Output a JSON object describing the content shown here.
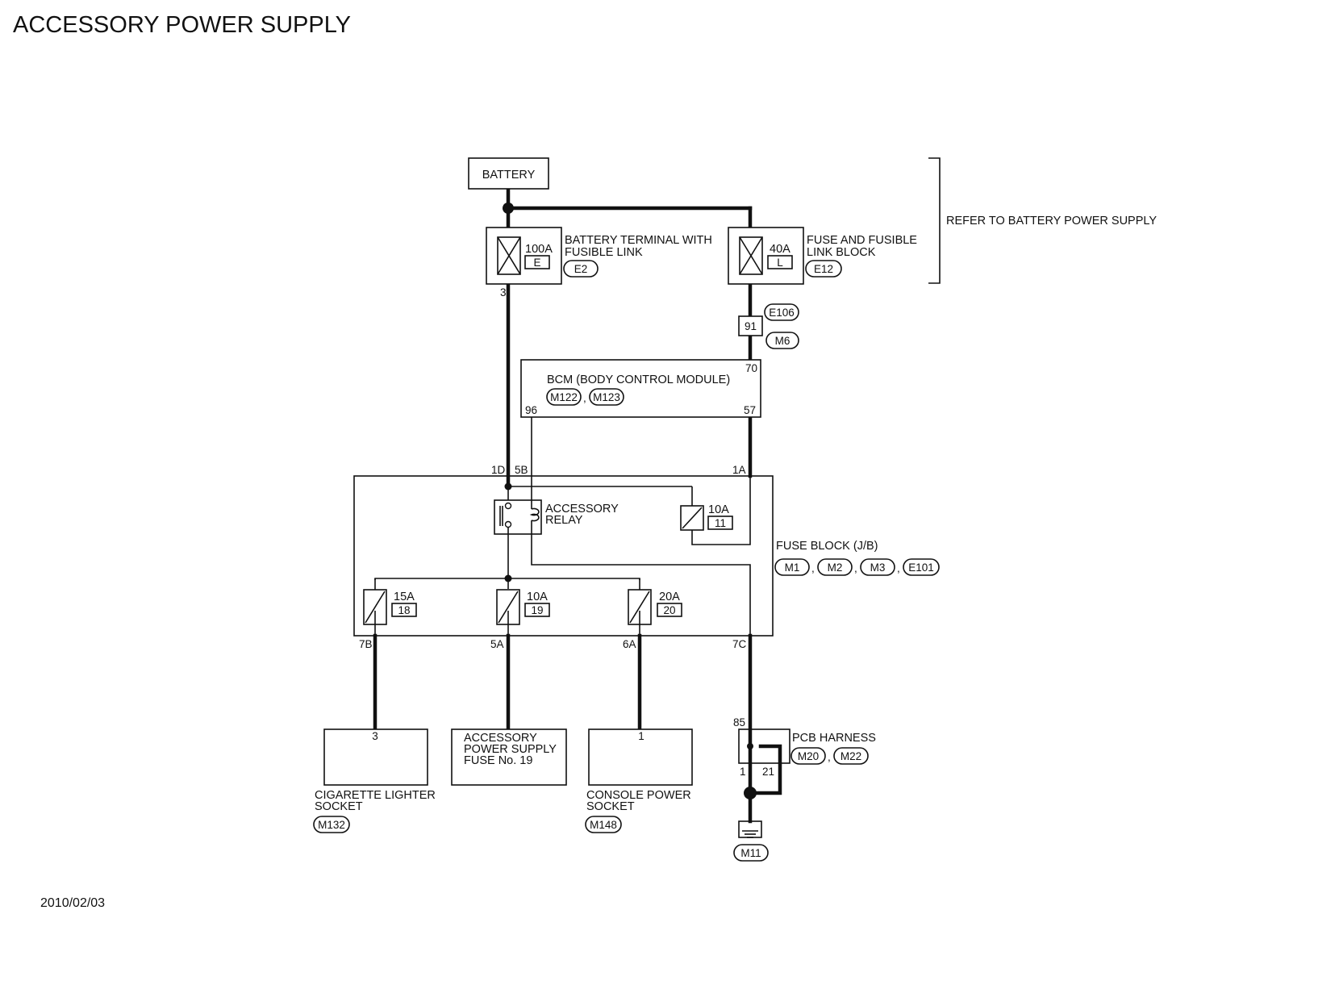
{
  "title": "ACCESSORY POWER SUPPLY",
  "date": "2010/02/03",
  "battery": {
    "label": "BATTERY"
  },
  "refer_note": "REFER TO BATTERY POWER SUPPLY",
  "battery_terminal": {
    "line1": "BATTERY TERMINAL WITH",
    "line2": "FUSIBLE LINK",
    "rating": "100A",
    "letter": "E",
    "connector": "E2",
    "pin": "3"
  },
  "fuse_link_block": {
    "line1": "FUSE AND FUSIBLE",
    "line2": "LINK BLOCK",
    "rating": "40A",
    "letter": "L",
    "connector": "E12"
  },
  "joint_connector": {
    "pin": "91",
    "top": "E106",
    "bottom": "M6"
  },
  "bcm": {
    "label": "BCM (BODY CONTROL MODULE)",
    "connectors": [
      "M122",
      "M123"
    ],
    "sep": ",",
    "pin_in": "70",
    "pin_left": "96",
    "pin_right": "57"
  },
  "fuse_block": {
    "label": "FUSE BLOCK (J/B)",
    "connectors": [
      "M1",
      "M2",
      "M3",
      "E101"
    ],
    "sep": ",",
    "pins_top": [
      "1D",
      "5B",
      "1A"
    ],
    "pins_bottom": [
      "7B",
      "5A",
      "6A",
      "7C"
    ],
    "relay_line1": "ACCESSORY",
    "relay_line2": "RELAY",
    "fuse_top": {
      "rating": "10A",
      "number": "11"
    },
    "fuses": [
      {
        "rating": "15A",
        "number": "18"
      },
      {
        "rating": "10A",
        "number": "19"
      },
      {
        "rating": "20A",
        "number": "20"
      }
    ]
  },
  "cigarette": {
    "pin": "3",
    "line1": "CIGARETTE LIGHTER",
    "line2": "SOCKET",
    "connector": "M132"
  },
  "accessory_fuse": {
    "line1": "ACCESSORY",
    "line2": "POWER SUPPLY",
    "line3": "FUSE No. 19"
  },
  "console": {
    "pin": "1",
    "line1": "CONSOLE POWER",
    "line2": "SOCKET",
    "connector": "M148"
  },
  "pcb": {
    "label": "PCB HARNESS",
    "connectors": [
      "M20",
      "M22"
    ],
    "sep": ",",
    "pin_top": "85",
    "pin_left": "1",
    "pin_right": "21"
  },
  "ground": {
    "connector": "M11"
  }
}
